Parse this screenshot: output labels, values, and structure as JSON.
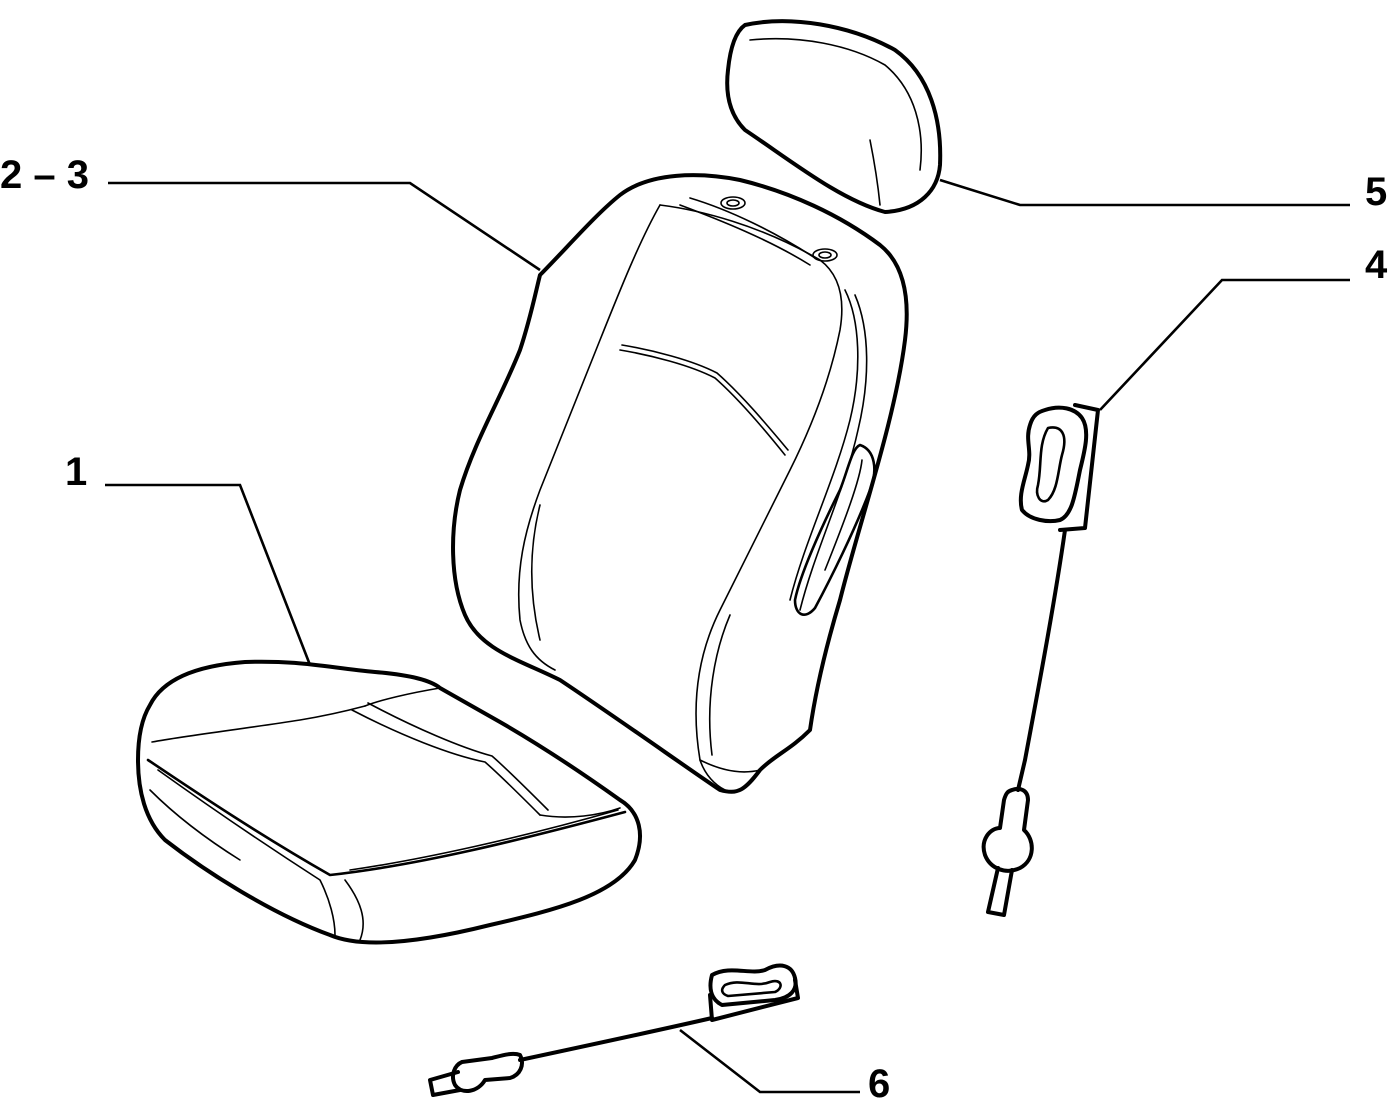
{
  "diagram": {
    "callouts": [
      {
        "id": "seat-cushion",
        "label": "1"
      },
      {
        "id": "backrest",
        "label": "2 – 3"
      },
      {
        "id": "backrest-cable",
        "label": "4"
      },
      {
        "id": "headrest",
        "label": "5"
      },
      {
        "id": "cushion-cable",
        "label": "6"
      }
    ],
    "colors": {
      "line": "#000000",
      "background": "#ffffff"
    }
  }
}
